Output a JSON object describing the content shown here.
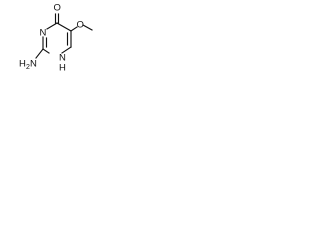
{
  "molecule": {
    "atoms": {
      "carbonyl_oxygen": "O",
      "ring_nitrogen_top": "N",
      "ring_nitrogen_bottom": "N",
      "ring_nitrogen_bottom_h": "H",
      "amino_n": "N",
      "amino_h": "H",
      "amino_subscript": "2",
      "methoxy_oxygen": "O"
    }
  }
}
